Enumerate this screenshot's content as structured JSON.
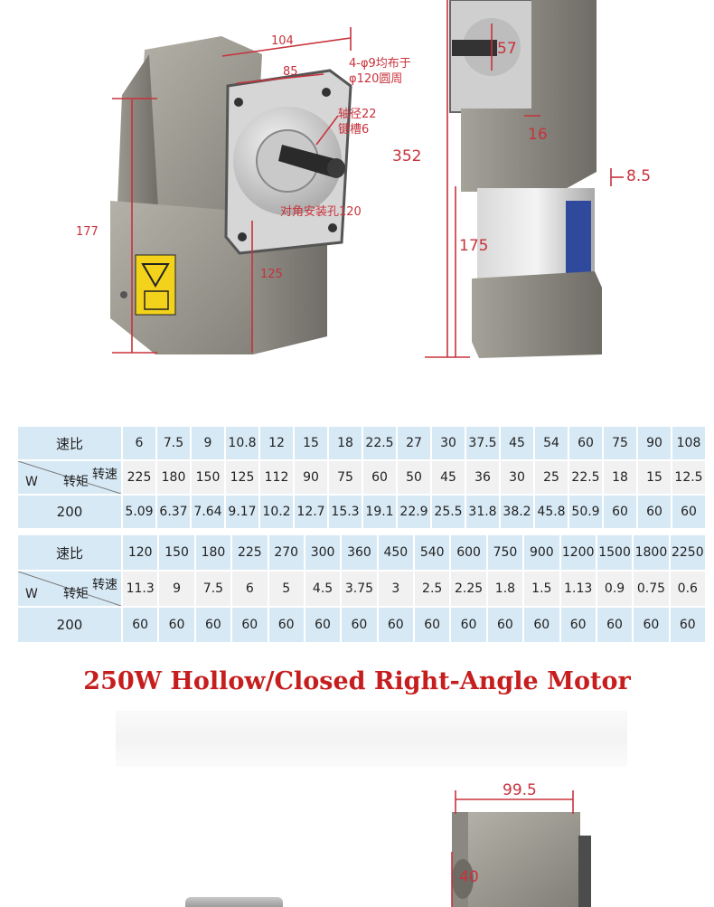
{
  "top_left_figure": {
    "dims": {
      "d104": "104",
      "d85": "85",
      "holes": "4-φ9均布于\nφ120圆周",
      "shaft": "轴径22\n键槽6",
      "mount": "对角安装孔120",
      "d177": "177",
      "d125": "125"
    }
  },
  "top_right_figure": {
    "dims": {
      "d57": "57",
      "d16": "16",
      "d352": "352",
      "d8_5": "8.5",
      "d175": "175"
    }
  },
  "table1": {
    "ratio_label": "速比",
    "speed_label": "转速",
    "torque_label": "转矩",
    "w_label": "W",
    "power": "200",
    "ratios": [
      "6",
      "7.5",
      "9",
      "10.8",
      "12",
      "15",
      "18",
      "22.5",
      "27",
      "30",
      "37.5",
      "45",
      "54",
      "60",
      "75",
      "90",
      "108"
    ],
    "speeds": [
      "225",
      "180",
      "150",
      "125",
      "112",
      "90",
      "75",
      "60",
      "50",
      "45",
      "36",
      "30",
      "25",
      "22.5",
      "18",
      "15",
      "12.5"
    ],
    "torques": [
      "5.09",
      "6.37",
      "7.64",
      "9.17",
      "10.2",
      "12.7",
      "15.3",
      "19.1",
      "22.9",
      "25.5",
      "31.8",
      "38.2",
      "45.8",
      "50.9",
      "60",
      "60",
      "60"
    ]
  },
  "table2": {
    "ratio_label": "速比",
    "speed_label": "转速",
    "torque_label": "转矩",
    "w_label": "W",
    "power": "200",
    "ratios": [
      "120",
      "150",
      "180",
      "225",
      "270",
      "300",
      "360",
      "450",
      "540",
      "600",
      "750",
      "900",
      "1200",
      "1500",
      "1800",
      "2250"
    ],
    "speeds": [
      "11.3",
      "9",
      "7.5",
      "6",
      "5",
      "4.5",
      "3.75",
      "3",
      "2.5",
      "2.25",
      "1.8",
      "1.5",
      "1.13",
      "0.9",
      "0.75",
      "0.6"
    ],
    "torques": [
      "60",
      "60",
      "60",
      "60",
      "60",
      "60",
      "60",
      "60",
      "60",
      "60",
      "60",
      "60",
      "60",
      "60",
      "60",
      "60"
    ]
  },
  "section_title": "250W Hollow/Closed Right-Angle Motor",
  "bottom_figure": {
    "dims": {
      "d99_5": "99.5",
      "d40": "40"
    }
  },
  "colors": {
    "dimension": "#c8323c",
    "title": "#c61e1e",
    "table_header": "#d7e9f5",
    "table_cell": "#f1f1f1"
  }
}
